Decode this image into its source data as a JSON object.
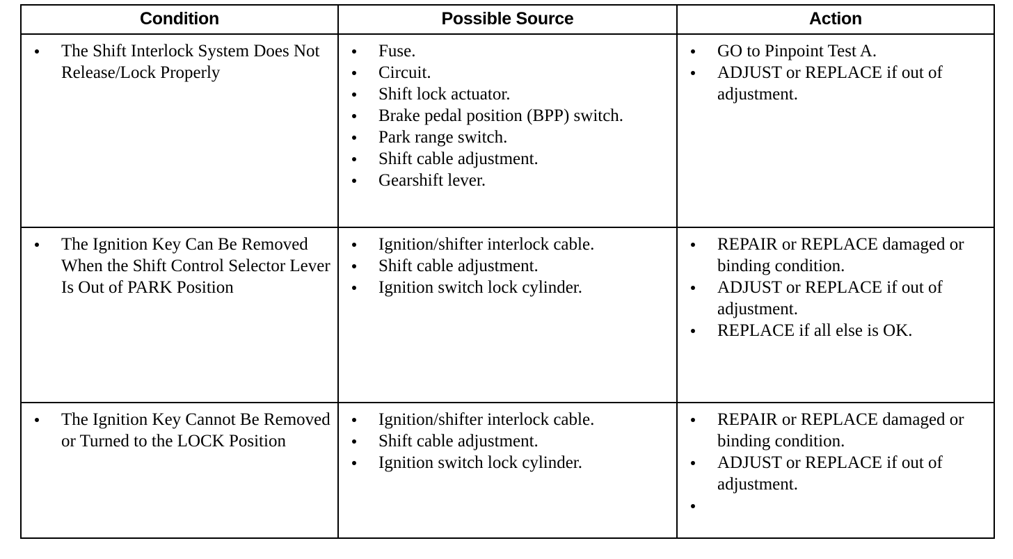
{
  "table": {
    "headers": [
      {
        "label": "Condition"
      },
      {
        "label": "Possible Source"
      },
      {
        "label": "Action"
      }
    ],
    "rows": [
      {
        "condition": [
          {
            "text": "The Shift Interlock System Does Not Release/Lock Properly",
            "gap": "none"
          }
        ],
        "possible_source": [
          {
            "text": "Fuse.",
            "gap": "none"
          },
          {
            "text": "Circuit.",
            "gap": "none"
          },
          {
            "text": "Shift lock actuator.",
            "gap": "none"
          },
          {
            "text": "Brake pedal position (BPP) switch.",
            "gap": "none"
          },
          {
            "text": "Park range switch.",
            "gap": "none"
          },
          {
            "text": "Shift cable adjustment.",
            "gap": "none"
          },
          {
            "text": "Gearshift lever.",
            "gap": "none"
          }
        ],
        "action": [
          {
            "text": "GO to Pinpoint Test A.",
            "gap": "none"
          },
          {
            "text": "ADJUST or REPLACE if out of adjustment.",
            "gap": "xl"
          }
        ]
      },
      {
        "condition": [
          {
            "text": "The Ignition Key Can Be Removed When the Shift Control Selector Lever Is Out of PARK Position",
            "gap": "none"
          }
        ],
        "possible_source": [
          {
            "text": "Ignition/shifter interlock cable.",
            "gap": "none"
          },
          {
            "text": "Shift cable adjustment.",
            "gap": "lg"
          },
          {
            "text": "Ignition switch lock cylinder.",
            "gap": "md"
          }
        ],
        "action": [
          {
            "text": "REPAIR or REPLACE damaged or binding condition.",
            "gap": "none"
          },
          {
            "text": "ADJUST or REPLACE if out of adjustment.",
            "gap": "md"
          },
          {
            "text": "REPLACE if all else is OK.",
            "gap": "none"
          }
        ]
      },
      {
        "condition": [
          {
            "text": "The Ignition Key Cannot Be Removed or Turned to the LOCK Position",
            "gap": "none"
          }
        ],
        "possible_source": [
          {
            "text": "Ignition/shifter interlock cable.",
            "gap": "none"
          },
          {
            "text": "Shift cable adjustment.",
            "gap": "lg"
          },
          {
            "text": "Ignition switch lock cylinder.",
            "gap": "md"
          }
        ],
        "action": [
          {
            "text": "REPAIR or REPLACE damaged or binding condition.",
            "gap": "none"
          },
          {
            "text": "ADJUST or REPLACE if out of adjustment.",
            "gap": "md"
          },
          {
            "text": "",
            "gap": "none"
          }
        ]
      }
    ]
  },
  "colors": {
    "border": "#000000",
    "text": "#000000",
    "background": "#ffffff"
  }
}
